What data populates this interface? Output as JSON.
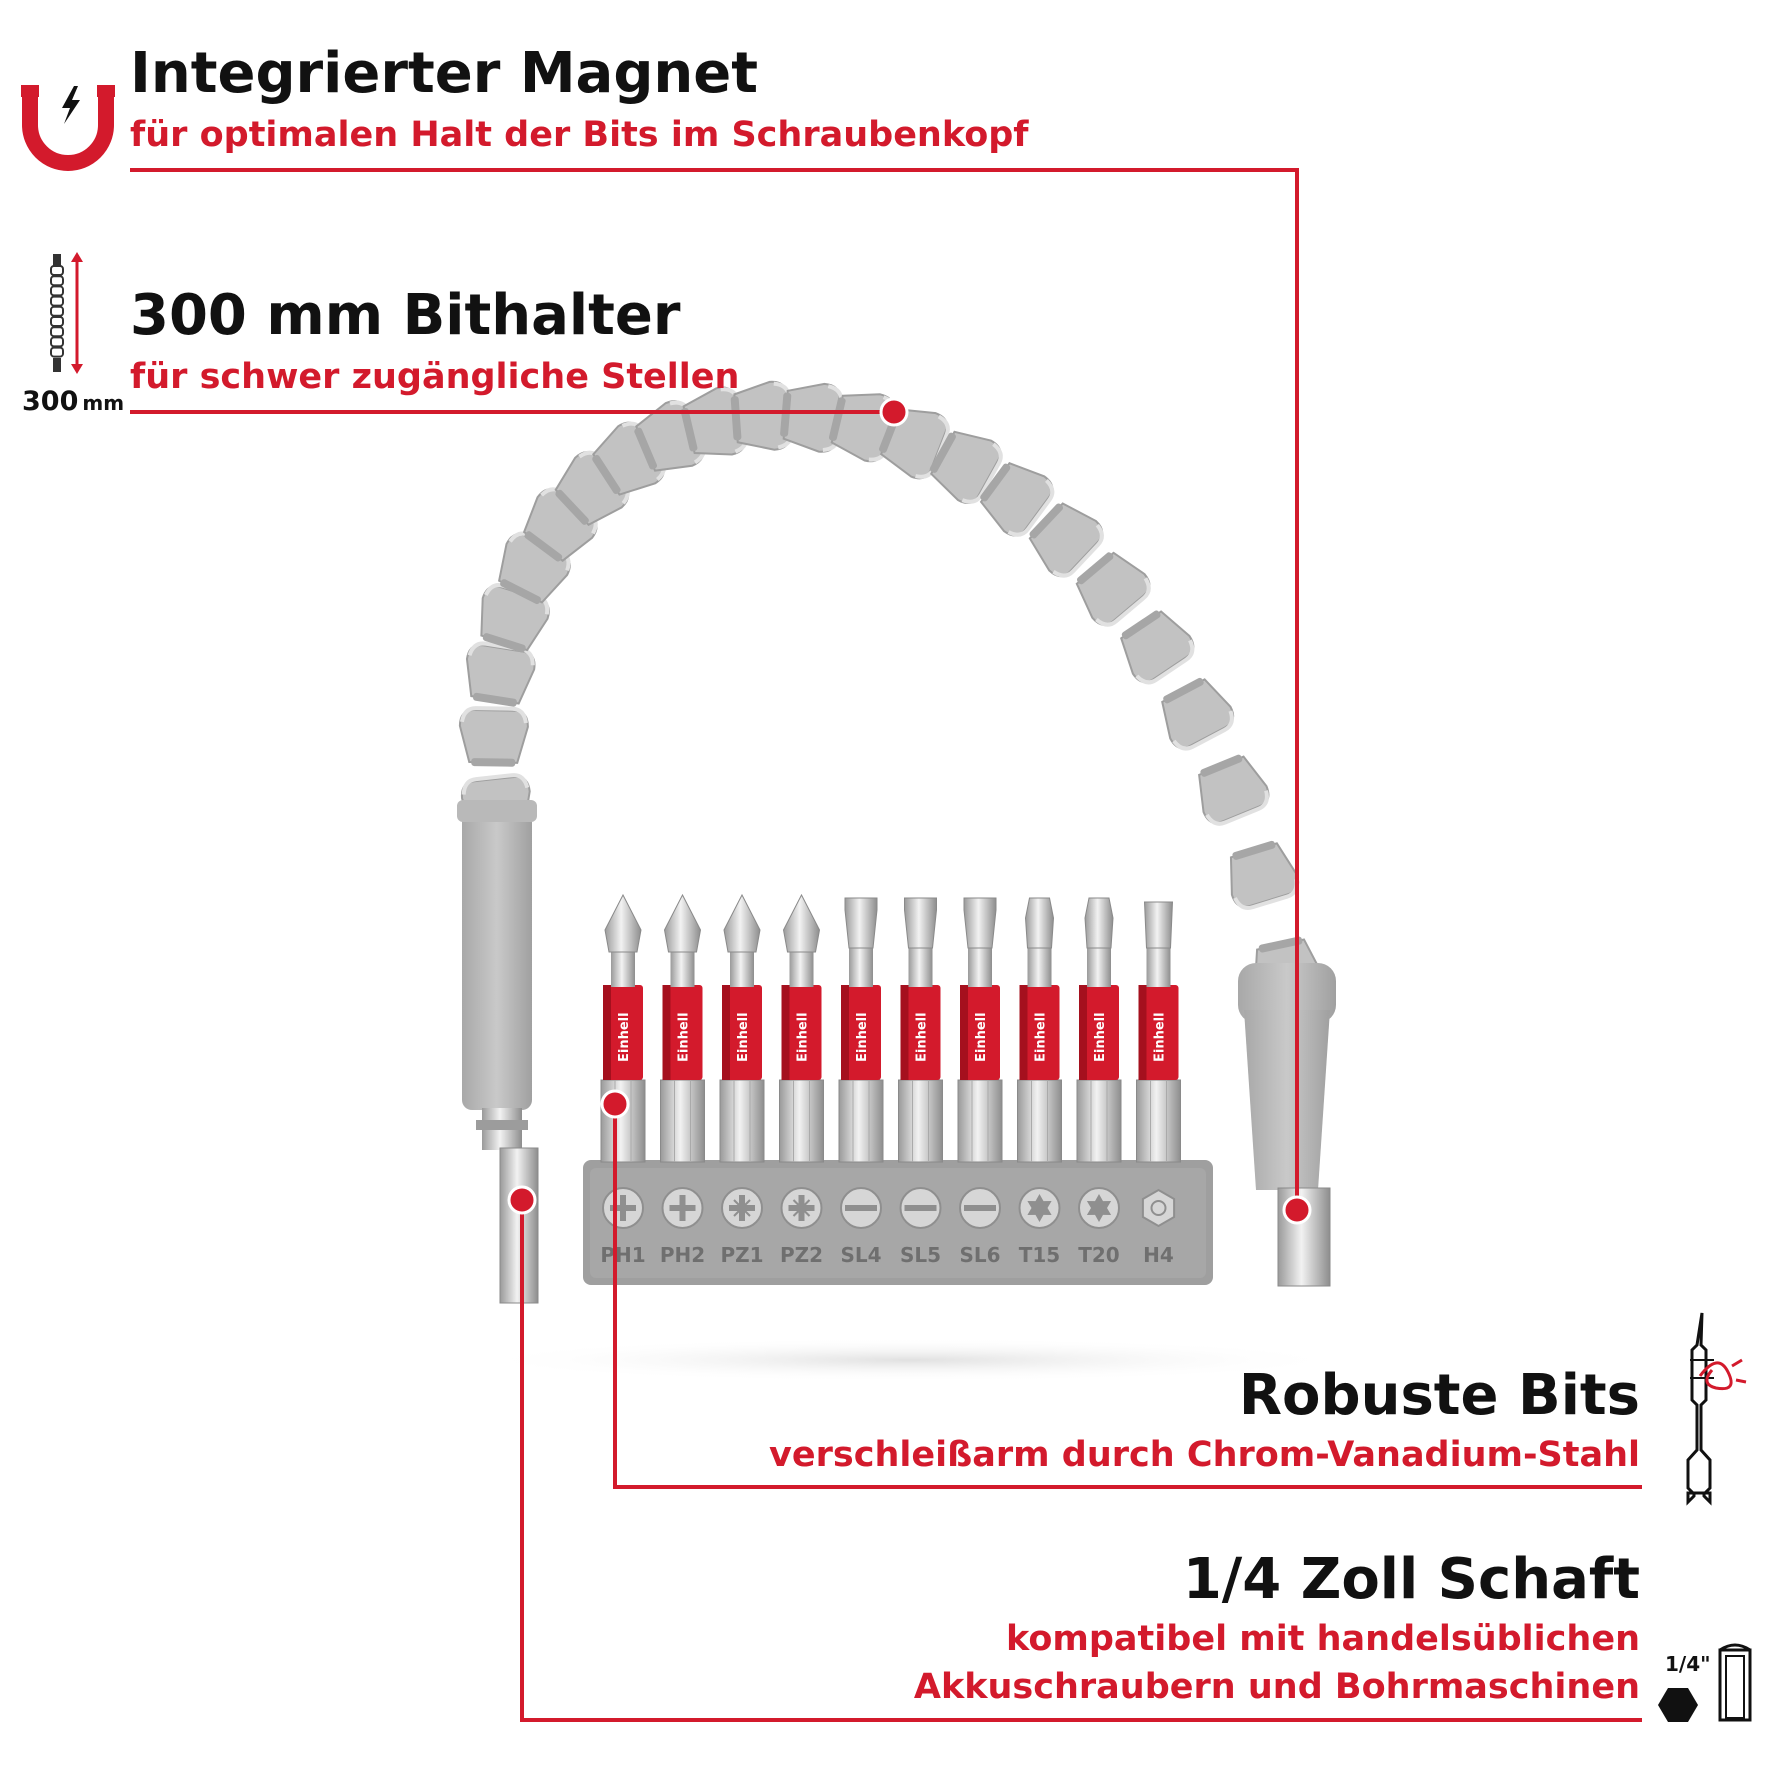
{
  "accent_color": "#d31a2c",
  "features": {
    "magnet": {
      "title": "Integrierter Magnet",
      "subtitle": "für optimalen Halt der Bits im Schraubenkopf",
      "icon": "magnet-icon"
    },
    "holder": {
      "title": "300 mm Bithalter",
      "subtitle": "für schwer zugängliche Stellen",
      "icon": "bit-holder-length-icon",
      "icon_label": "300",
      "icon_unit": "mm"
    },
    "bits": {
      "title": "Robuste Bits",
      "subtitle": "verschleißarm durch Chrom-Vanadium-Stahl",
      "icon": "screwdriver-bit-icon"
    },
    "shank": {
      "title": "1/4 Zoll Schaft",
      "subtitle_line1": "kompatibel mit handelsüblichen",
      "subtitle_line2": "Akkuschraubern und Bohrmaschinen",
      "icon": "hex-shank-icon",
      "icon_label": "1/4\""
    }
  },
  "product": {
    "brand": "Einhell",
    "bit_labels": [
      "PH1",
      "PH2",
      "PZ1",
      "PZ2",
      "SL4",
      "SL5",
      "SL6",
      "T15",
      "T20",
      "H4"
    ],
    "bit_profiles": [
      "phillips",
      "phillips",
      "pozidriv",
      "pozidriv",
      "slot",
      "slot",
      "slot",
      "torx",
      "torx",
      "hex"
    ]
  }
}
